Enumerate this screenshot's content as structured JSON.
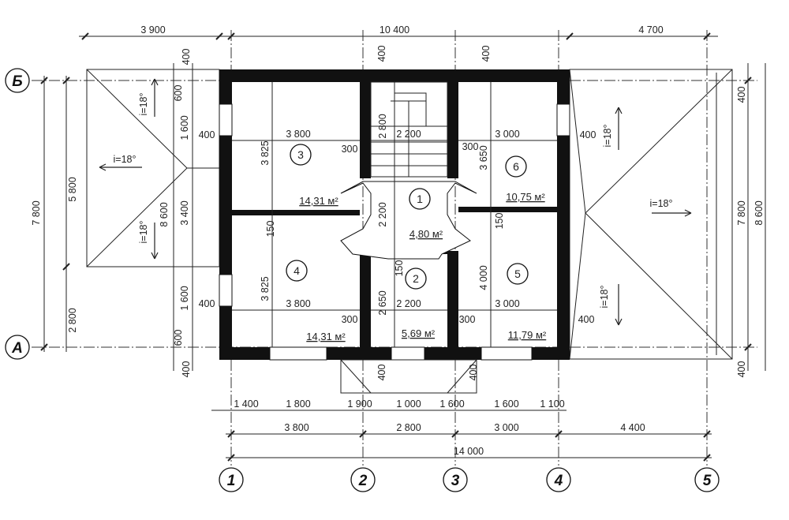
{
  "axes_letters": [
    "Б",
    "А"
  ],
  "axes_numbers": [
    "1",
    "2",
    "3",
    "4",
    "5"
  ],
  "dims_top": {
    "left": "3 900",
    "middle": "10 400",
    "right": "4 700"
  },
  "dims_bottom_row1": [
    "1 400",
    "1 800",
    "1 900",
    "1 000",
    "1 600",
    "1 600",
    "1 100"
  ],
  "dims_bottom_row2": [
    "3 800",
    "2 800",
    "3 000",
    "4 400"
  ],
  "dim_total": "14 000",
  "dims_left_outer": {
    "top": "5 800",
    "bottom": "2 800",
    "total": "7 800"
  },
  "dims_left_inner": [
    "400",
    "600",
    "1 600",
    "400",
    "8 600",
    "3 400",
    "1 600",
    "400",
    "600",
    "400"
  ],
  "dims_right_outer": [
    "400",
    "7 800",
    "8 600",
    "400"
  ],
  "rooms": [
    {
      "num": "1",
      "area": "4,80 м²"
    },
    {
      "num": "2",
      "area": "5,69 м²"
    },
    {
      "num": "3",
      "area": "14,31 м²"
    },
    {
      "num": "4",
      "area": "14,31 м²"
    },
    {
      "num": "5",
      "area": "11,79 м²"
    },
    {
      "num": "6",
      "area": "10,75 м²"
    }
  ],
  "room_dims": {
    "r3_w": "3 800",
    "r3_h": "3 825",
    "r3_wall": "300",
    "r4_w": "3 800",
    "r4_h": "3 825",
    "r4_wall": "300",
    "r6_w": "3 000",
    "r6_h": "3 650",
    "r6_wall": "300",
    "r5_w": "3 000",
    "r5_h": "4 000",
    "r5_wall": "300",
    "stair_h": "2 800",
    "stair_w": "2 200",
    "hall_h": "2 200",
    "r2_h": "2 650",
    "r2_w": "2 200",
    "wall_150a": "150",
    "wall_150b": "150",
    "wall_150c": "150",
    "wall_400a": "400",
    "wall_400b": "400",
    "wall_400c": "400",
    "wall_400d": "400",
    "wall_400e": "400",
    "wall_400f": "400",
    "wall_400g": "400",
    "wall_400h": "400",
    "wall_300": "300"
  },
  "slopes": [
    "i=18°",
    "i=18°",
    "i=18°",
    "i=18°",
    "i=18°",
    "i=18°"
  ]
}
